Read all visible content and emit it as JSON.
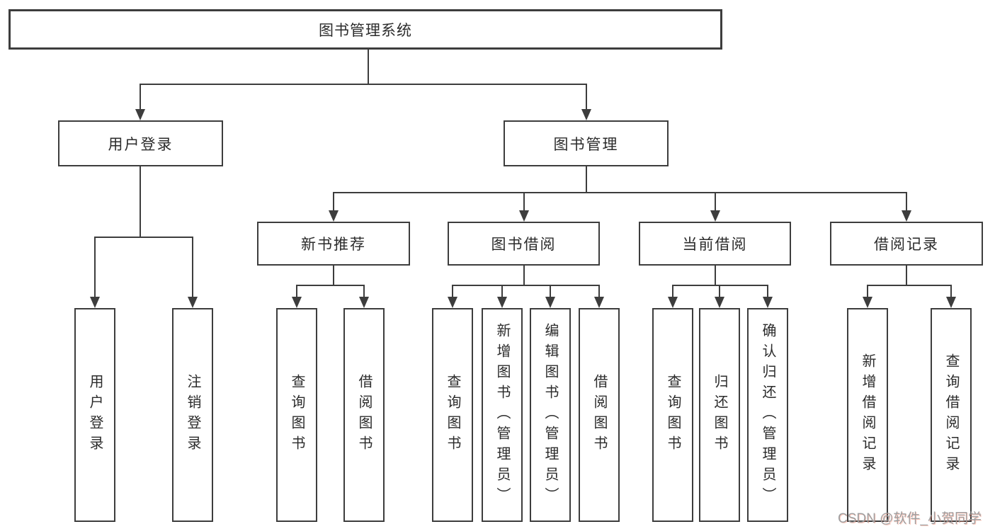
{
  "tree": {
    "root": {
      "label": "图书管理系统",
      "children": [
        {
          "label": "用户登录",
          "children": [
            {
              "label": "用户登录"
            },
            {
              "label": "注销登录"
            }
          ]
        },
        {
          "label": "图书管理",
          "children": [
            {
              "label": "新书推荐",
              "children": [
                {
                  "label": "查询图书"
                },
                {
                  "label": "借阅图书"
                }
              ]
            },
            {
              "label": "图书借阅",
              "children": [
                {
                  "label": "查询图书"
                },
                {
                  "label": "新增图书（管理员）"
                },
                {
                  "label": "编辑图书（管理员）"
                },
                {
                  "label": "借阅图书"
                }
              ]
            },
            {
              "label": "当前借阅",
              "children": [
                {
                  "label": "查询图书"
                },
                {
                  "label": "归还图书"
                },
                {
                  "label": "确认归还（管理员）"
                }
              ]
            },
            {
              "label": "借阅记录",
              "children": [
                {
                  "label": "新增借阅记录"
                },
                {
                  "label": "查询借阅记录"
                }
              ]
            }
          ]
        }
      ]
    }
  },
  "watermark": {
    "text": "CSDN @软件_小贺同学"
  },
  "colors": {
    "line": "#3d3d3d",
    "text": "#2b2b2b",
    "watermark_gray": "#9e9fa0",
    "watermark_red": "#fc5531"
  }
}
